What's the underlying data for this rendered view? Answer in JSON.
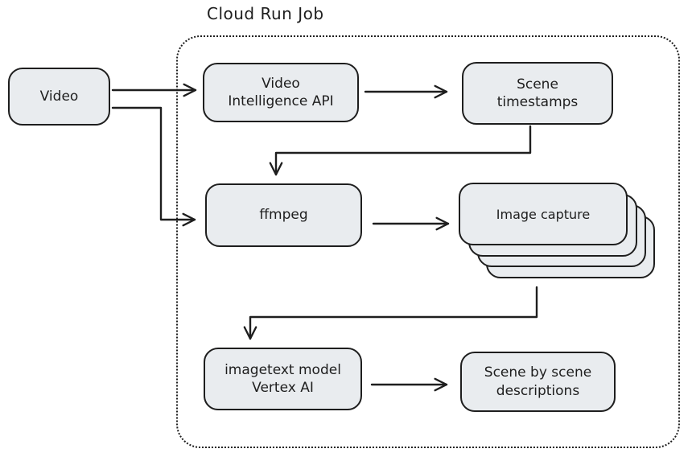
{
  "title": "Cloud Run Job",
  "nodes": {
    "video": {
      "label": "Video"
    },
    "via": {
      "label": "Video\nIntelligence API"
    },
    "scene_timestamps": {
      "label": "Scene\ntimestamps"
    },
    "ffmpeg": {
      "label": "ffmpeg"
    },
    "image_capture": {
      "label": "Image\ncapture"
    },
    "imagetext": {
      "label": "imagetext model\nVertex AI"
    },
    "descriptions": {
      "label": "Scene by scene\ndescriptions"
    }
  },
  "edges": [
    {
      "from": "video",
      "to": "video-intelligence-api"
    },
    {
      "from": "video",
      "to": "ffmpeg"
    },
    {
      "from": "video-intelligence-api",
      "to": "scene-timestamps"
    },
    {
      "from": "scene-timestamps",
      "to": "ffmpeg"
    },
    {
      "from": "ffmpeg",
      "to": "image-capture"
    },
    {
      "from": "image-capture",
      "to": "imagetext-model-vertex-ai"
    },
    {
      "from": "imagetext-model-vertex-ai",
      "to": "scene-by-scene-descriptions"
    }
  ],
  "colors": {
    "stroke": "#1e1e1e",
    "node_fill": "#e9ecef",
    "background": "#ffffff"
  }
}
